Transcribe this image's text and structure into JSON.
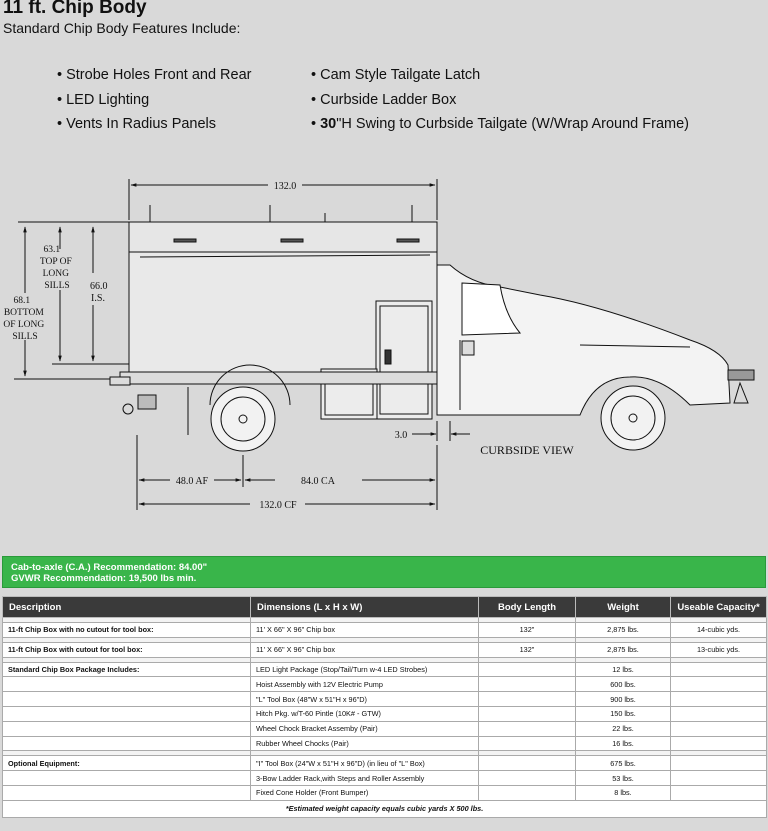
{
  "title": "11 ft. Chip Body",
  "subtitle": "Standard Chip Body Features Include:",
  "features_left": [
    "• Strobe Holes Front and Rear",
    "• LED Lighting",
    "• Vents In Radius Panels"
  ],
  "features_right": [
    "• Cam Style Tailgate Latch",
    "• Curbside Ladder Box"
  ],
  "feature_tailgate": {
    "prefix": "• ",
    "bold": "30",
    "rest": "\"H Swing to Curbside Tailgate (W/Wrap Around Frame)"
  },
  "drawing": {
    "dim_top": "132.0",
    "dim_top_long_sills": [
      "63.1",
      "TOP OF",
      "LONG",
      "SILLS"
    ],
    "dim_is": [
      "66.0",
      "I.S."
    ],
    "dim_bottom_long_sills": [
      "68.1",
      "BOTTOM",
      "OF LONG",
      "SILLS"
    ],
    "dim_gap": "3.0",
    "dim_af": "48.0 AF",
    "dim_ca": "84.0 CA",
    "dim_cf": "132.0 CF",
    "view_label": "CURBSIDE VIEW"
  },
  "recommendations": [
    "Cab-to-axle (C.A.) Recommendation: 84.00\"",
    "GVWR Recommendation: 19,500 lbs min."
  ],
  "table": {
    "headers": [
      "Description",
      "Dimensions (L x H x W)",
      "Body Length",
      "Weight",
      "Useable Capacity*"
    ],
    "rows": [
      {
        "type": "gap"
      },
      {
        "desc": "11-ft Chip Box with no cutout for tool box:",
        "dim": "11' X 66\" X 96\" Chip box",
        "len": "132\"",
        "wt": "2,875 lbs.",
        "cap": "14-cubic yds."
      },
      {
        "type": "gap"
      },
      {
        "desc": "11-ft Chip Box with cutout for tool box:",
        "dim": "11' X 66\" X 96\" Chip box",
        "len": "132\"",
        "wt": "2,875 lbs.",
        "cap": "13-cubic yds."
      },
      {
        "type": "gap"
      },
      {
        "desc": "Standard Chip Box Package Includes:",
        "dim": "LED Light Package (Stop/Tail/Turn w-4 LED Strobes)",
        "len": "",
        "wt": "12 lbs.",
        "cap": ""
      },
      {
        "desc": "",
        "dim": "Hoist Assembly with 12V Electric Pump",
        "len": "",
        "wt": "600 lbs.",
        "cap": ""
      },
      {
        "desc": "",
        "dim": "\"L\" Tool Box (48\"W x 51\"H x 96\"D)",
        "len": "",
        "wt": "900 lbs.",
        "cap": ""
      },
      {
        "desc": "",
        "dim": "Hitch Pkg. w/T-60 Pintle (10K# - GTW)",
        "len": "",
        "wt": "150 lbs.",
        "cap": ""
      },
      {
        "desc": "",
        "dim": "Wheel Chock Bracket Assemby (Pair)",
        "len": "",
        "wt": "22 lbs.",
        "cap": ""
      },
      {
        "desc": "",
        "dim": "Rubber Wheel Chocks (Pair)",
        "len": "",
        "wt": "16 lbs.",
        "cap": ""
      },
      {
        "type": "gap"
      },
      {
        "desc": "Optional Equipment:",
        "dim": "\"I\" Tool Box (24\"W x 51\"H x 96\"D) (in lieu of \"L\" Box)",
        "len": "",
        "wt": "675 lbs.",
        "cap": ""
      },
      {
        "desc": "",
        "dim": "3-Bow Ladder Rack,with Steps and Roller Assembly",
        "len": "",
        "wt": "53 lbs.",
        "cap": ""
      },
      {
        "desc": "",
        "dim": "Fixed Cone Holder (Front Bumper)",
        "len": "",
        "wt": "8 lbs.",
        "cap": ""
      }
    ],
    "footnote": "*Estimated weight capacity equals cubic yards X 500 lbs."
  }
}
